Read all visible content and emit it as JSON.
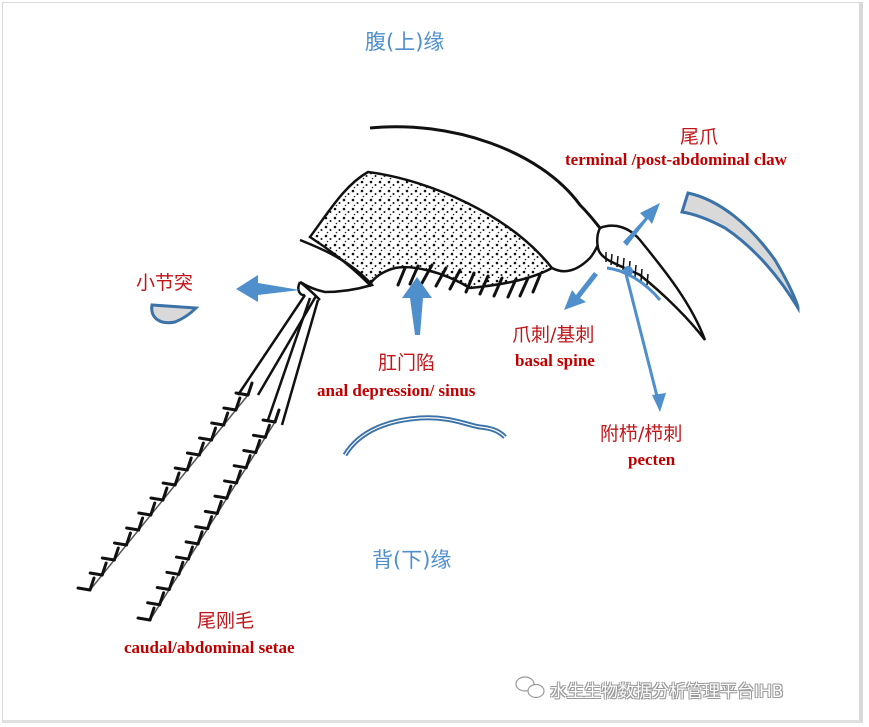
{
  "title_top": "腹(上)缘",
  "title_bottom": "背(下)缘",
  "labels": {
    "terminal_claw": {
      "cn": "尾爪",
      "en": "terminal /post-abdominal claw"
    },
    "tubercle": {
      "cn": "小节突"
    },
    "anal_depression": {
      "cn": "肛门陷",
      "en": "anal depression/ sinus"
    },
    "basal_spine": {
      "cn": "爪刺/基刺",
      "en": "basal spine"
    },
    "pecten": {
      "cn": "附栉/栉刺",
      "en": "pecten"
    },
    "caudal_setae": {
      "cn": "尾刚毛",
      "en": "caudal/abdominal setae"
    }
  },
  "watermark": {
    "icon": "wechat-icon",
    "text": "水生生物数据分析管理平台IHB"
  },
  "colors": {
    "accent_blue": "#4f8fcc",
    "label_red": "#c00000",
    "outline_blue": "#3b72a8",
    "fill_gray": "#d9d9d9"
  }
}
